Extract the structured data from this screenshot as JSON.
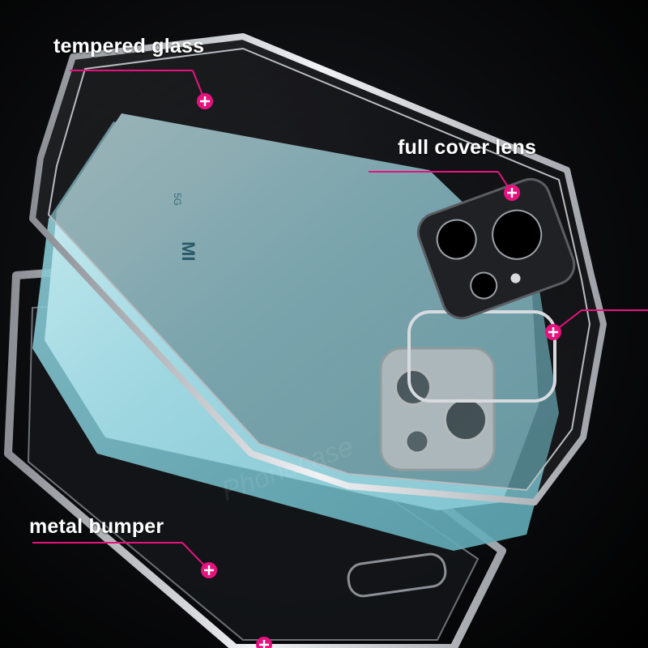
{
  "callouts": {
    "tempered_glass": "tempered glass",
    "full_cover_lens": "full cover lens",
    "metal_bumper": "metal bumper"
  },
  "phone": {
    "brand_mark": "MI",
    "network_mark": "5G"
  },
  "watermark": "Phonecase",
  "colors": {
    "background": "#000000",
    "phone_back": "#a8dbe3",
    "metal_frame": "#c9ccd1",
    "callout_line": "#e6137f",
    "label_text": "#ffffff"
  }
}
